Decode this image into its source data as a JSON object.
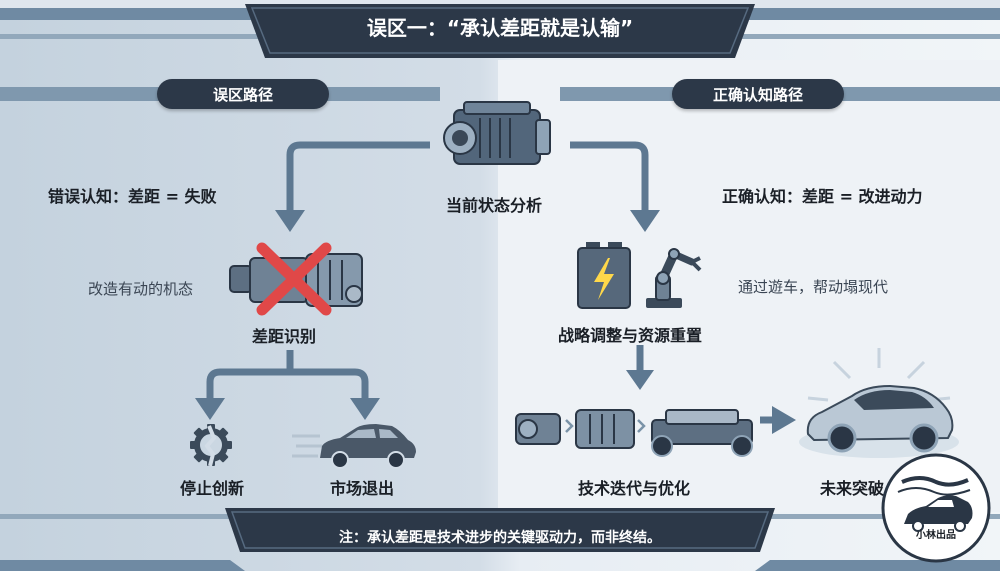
{
  "title": "误区一：“承认差距就是认输”",
  "left_section": {
    "header": "误区路径"
  },
  "right_section": {
    "header": "正确认知路径"
  },
  "start_node": {
    "label": "当前状态分析",
    "icon": "engine-icon"
  },
  "left_path": {
    "concept": "错误认知：差距 = 失败",
    "side_note": "改造有动的机态",
    "node": {
      "label": "差距识别",
      "icon": "crossed-engine-icon"
    },
    "outcomes": [
      {
        "label": "停止创新",
        "icon": "broken-gear-icon"
      },
      {
        "label": "市场退出",
        "icon": "fading-car-icon"
      }
    ]
  },
  "right_path": {
    "concept": "正确认知：差距 = 改进动力",
    "side_note": "通过遊车，帮动塌现代",
    "node": {
      "label": "战略调整与资源重置",
      "icon": "battery-robot-arm-icon"
    },
    "iteration": {
      "label": "技术迭代与优化",
      "icon": "component-to-chassis-icon"
    },
    "result": {
      "label": "未来突破",
      "icon": "futuristic-car-icon"
    }
  },
  "footer_note": "注：承认差距是技术进步的关键驱动力，而非终结。",
  "watermark": {
    "text": "小林出品"
  },
  "colors": {
    "dark_panel": "#2c3848",
    "arrow_blue": "#5d7891",
    "cross_red": "#e04848",
    "accent_strip": "#6f8aa3"
  }
}
